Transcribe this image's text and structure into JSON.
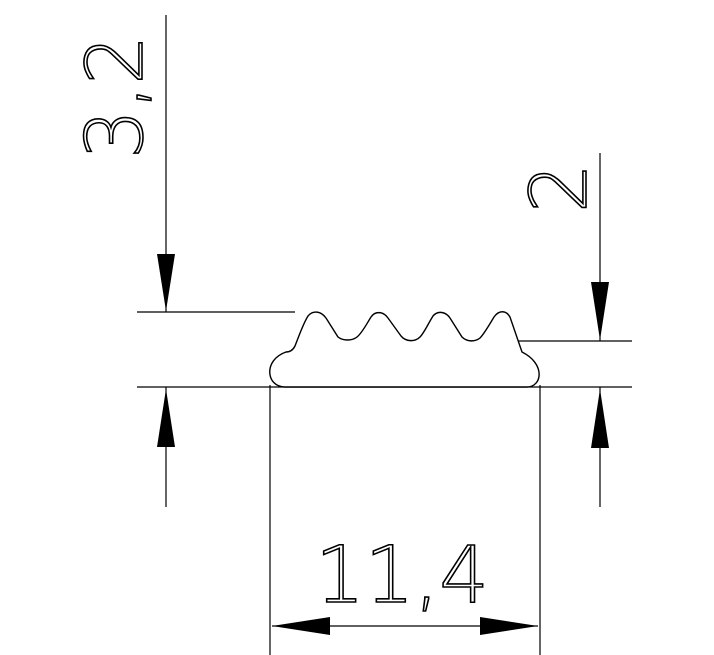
{
  "dimensions": {
    "height_total": {
      "label": "3,2"
    },
    "height_base": {
      "label": "2"
    },
    "width": {
      "label": "11,4"
    }
  },
  "colors": {
    "line": "#000000",
    "background": "#ffffff"
  }
}
